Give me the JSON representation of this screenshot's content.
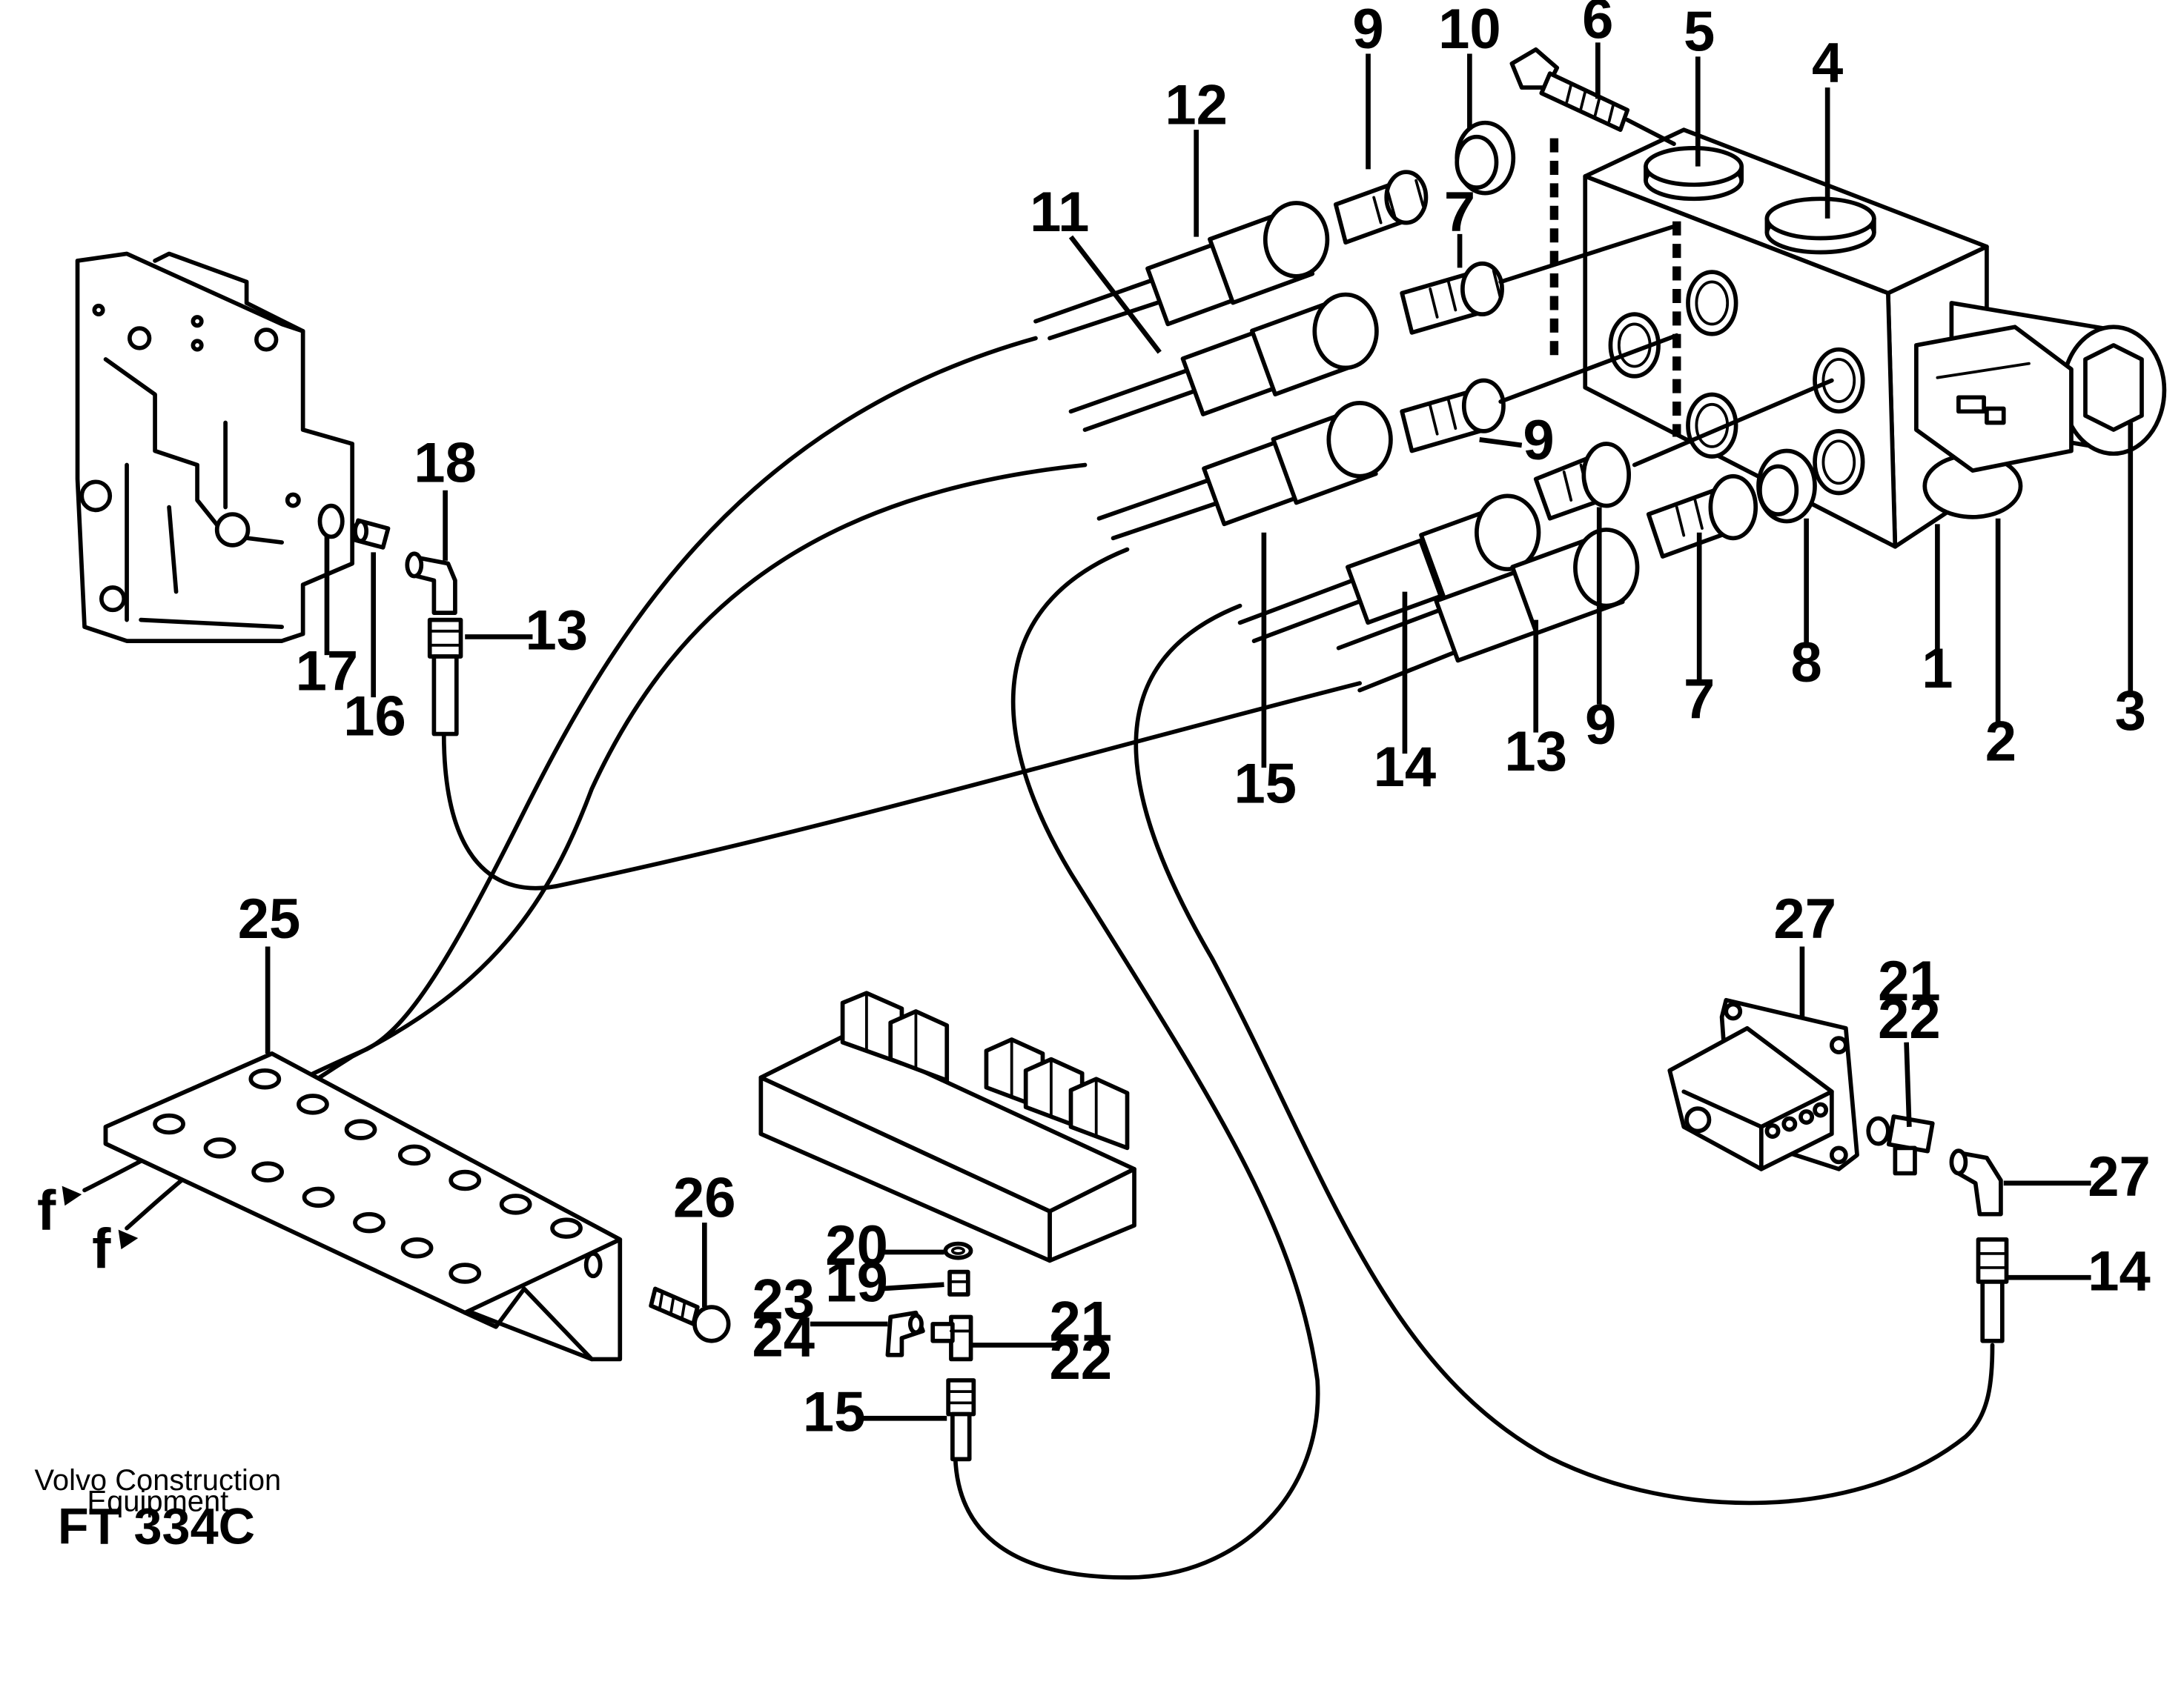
{
  "labels": {
    "p1": "1",
    "p2": "2",
    "p3": "3",
    "p4": "4",
    "p5": "5",
    "p6": "6",
    "p7a": "7",
    "p7b": "7",
    "p8": "8",
    "p9a": "9",
    "p9b": "9",
    "p9c": "9",
    "p10": "10",
    "p11": "11",
    "p12": "12",
    "p13a": "13",
    "p13b": "13",
    "p14a": "14",
    "p14b": "14",
    "p15a": "15",
    "p15b": "15",
    "p16": "16",
    "p17": "17",
    "p18": "18",
    "p19": "19",
    "p20": "20",
    "p21a": "21",
    "p22a": "22",
    "p21b": "21",
    "p22b": "22",
    "p23": "23",
    "p24": "24",
    "p25": "25",
    "p26": "26",
    "p27a": "27",
    "p27b": "27",
    "fa": "f",
    "fb": "f"
  },
  "footer": {
    "company_line1": "Volvo Construction",
    "company_line2": "Equipment",
    "drawing_code": "FT 334C"
  }
}
